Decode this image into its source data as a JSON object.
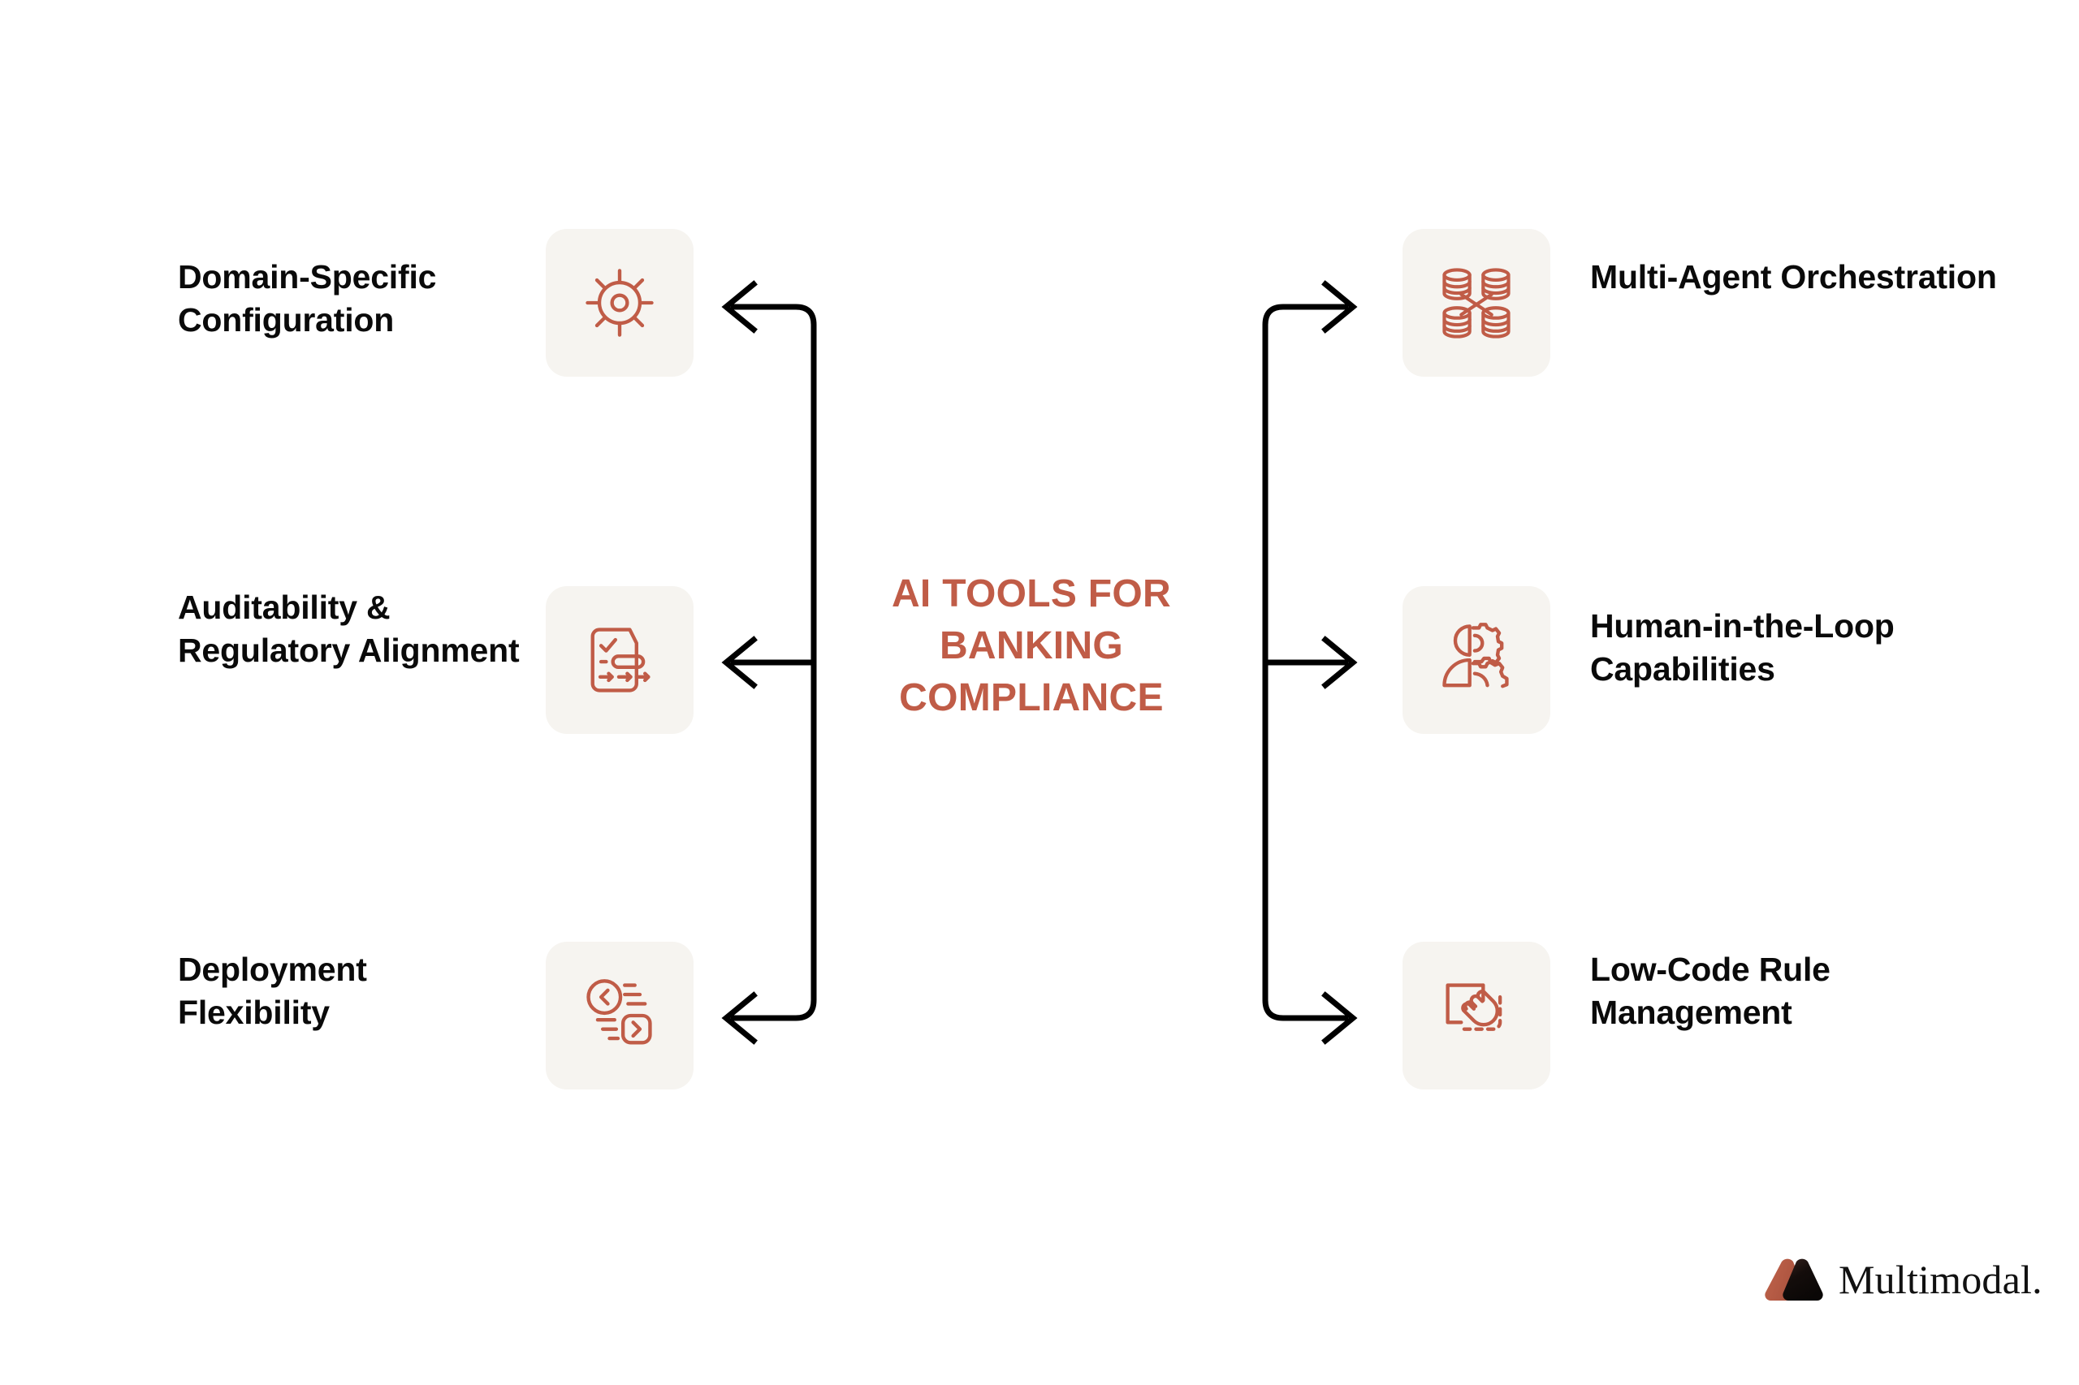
{
  "diagram": {
    "center_title_lines": [
      "AI TOOLS FOR",
      "BANKING",
      "COMPLIANCE"
    ],
    "center_title_full": "AI TOOLS FOR BANKING COMPLIANCE",
    "accent_color": "#c05c47",
    "label_color": "#0a0a0a",
    "tile_color": "#f6f4f0",
    "connector_color": "#000000",
    "background_color": "#ffffff",
    "left_branches": [
      {
        "label": "Domain-Specific Configuration",
        "icon": "sun-config-icon"
      },
      {
        "label": "Auditability & Regulatory Alignment",
        "icon": "document-checklist-arrows-icon"
      },
      {
        "label": "Deployment Flexibility",
        "icon": "chevron-circle-square-icon"
      }
    ],
    "right_branches": [
      {
        "label": "Multi-Agent Orchestration",
        "icon": "database-network-icon"
      },
      {
        "label": "Human-in-the-Loop Capabilities",
        "icon": "person-gear-icon"
      },
      {
        "label": "Low-Code Rule Management",
        "icon": "hand-drag-square-icon"
      }
    ]
  },
  "logo": {
    "text": "Multimodal.",
    "mark": "multimodal-triangles-icon",
    "mark_accent": "#c0644c",
    "mark_dark": "#140d0b"
  }
}
